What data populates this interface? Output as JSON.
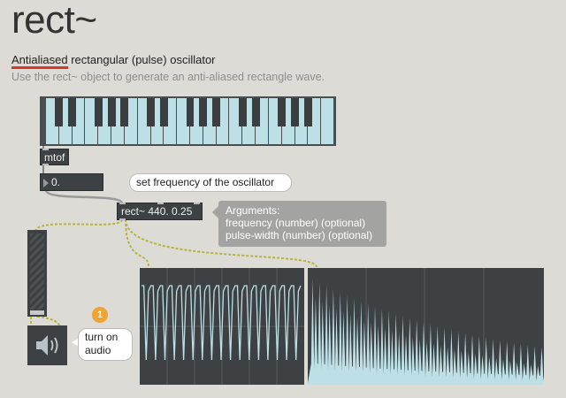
{
  "header": {
    "title": "rect~",
    "subtitle_highlight": "Antialiased",
    "subtitle_rest": " rectangular (pulse) oscillator",
    "description": "Use the rect~ object to generate an anti-aliased rectangle wave."
  },
  "patch": {
    "mtof_label": "mtof",
    "number_value": "0.",
    "freq_comment": "set frequency of the oscillator",
    "rect_object": "rect~ 440. 0.25",
    "arguments": {
      "title": "Arguments:",
      "line1": "frequency (number) (optional)",
      "line2": "pulse-width (number) (optional)"
    },
    "step_badge": "1",
    "audio_comment": "turn on audio",
    "audio_line1": "turn on",
    "audio_line2": "audio"
  },
  "colors": {
    "background": "#dcdbd6",
    "object": "#3d4143",
    "accent_underline": "#e0332b",
    "patch_cord": "#b8b43a",
    "waveform": "#bde0e6",
    "badge": "#f0a233"
  },
  "icons": {
    "speaker": "speaker-icon",
    "arrow": "triangle-arrow-icon"
  }
}
